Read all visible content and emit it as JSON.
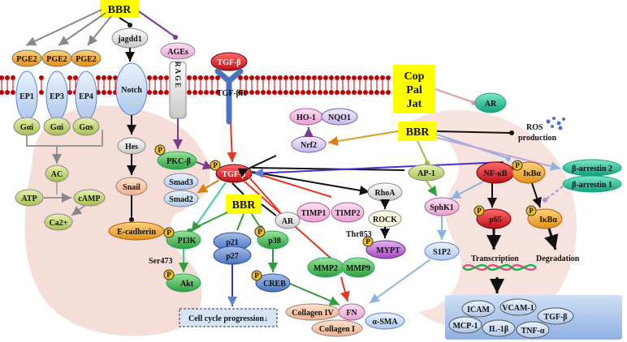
{
  "labels": {
    "bbr_top": "BBR",
    "bbr_right": "BBR",
    "bbr_center": "BBR",
    "cop_pal_jat_line1": "Cop",
    "cop_pal_jat_line2": "Pal",
    "cop_pal_jat_line3": "Jat",
    "pge2_1": "PGE2",
    "pge2_2": "PGE2",
    "pge2_3": "PGE2",
    "ep1": "EP1",
    "ep3": "EP3",
    "ep4": "EP4",
    "gai_1": "Gαi",
    "gai_2": "Gαi",
    "gas": "Gαs",
    "jagdd1": "jagdd1",
    "notch": "Notch",
    "hes": "Hes",
    "snail": "Snail",
    "ecadherin": "E-cadherin",
    "ages": "AGEs",
    "rage": "RAGE",
    "tgfb_ligand": "TGF-β",
    "tgfbr": "TGF-βR",
    "ac": "AC",
    "atp": "ATP",
    "camp": "cAMP",
    "ca2": "Ca2+",
    "pkcb": "PKC-β",
    "smad3": "Smad3",
    "smad2": "Smad2",
    "tgfb_center": "TGF-β",
    "ho1": "HO-1",
    "nqo1": "NQO1",
    "nrf2": "Nrf2",
    "ar_right": "AR",
    "ar_center": "AR",
    "ros_line1": "ROS",
    "ros_line2": "production",
    "ap1": "AP-1",
    "rhoa": "RhoA",
    "rock": "ROCK",
    "thr853": "Thr853",
    "mypt": "MYPT",
    "timp1": "TIMP1",
    "timp2": "TIMP2",
    "sphk1": "SphK1",
    "s1p2": "S1P2",
    "nfkb": "NF-κB",
    "ikba": "IκBα",
    "ikba2": "IκBα",
    "p65": "p65",
    "barr2": "β-arrestin 2",
    "barr1": "β-arrestin 1",
    "transcription": "Transcription",
    "degradation": "Degradation",
    "pi3k": "PI3K",
    "ser473": "Ser473",
    "akt": "Akt",
    "p21": "p21",
    "p27": "p27",
    "p38": "p38",
    "creb": "CREB",
    "mmp2": "MMP2",
    "mmp9": "MMP9",
    "collagen4": "Collagen IV",
    "fn": "FN",
    "collagen1": "Collagen I",
    "asma": "α-SMA",
    "cell_cycle": "Cell cycle progression↓",
    "icam": "ICAM",
    "vcam1": "VCAM-1",
    "tgfb_box": "TGF-β",
    "mcp1": "MCP-1",
    "il1b": "IL-1β",
    "tnfa": "TNF-α",
    "p_mark": "P"
  },
  "colors": {
    "yellow_box": "#ffff00",
    "membrane_red": "#c00000",
    "tgfb_red": "#e8141c",
    "kidney": "#f2d4cc",
    "nfkb_red": "#e8141c",
    "green_node": "#3cb371",
    "teal_node": "#20b28a",
    "blue_node": "#4f81bd",
    "purple_node": "#8e44ad",
    "orange_node": "#f39c12",
    "pink_node": "#ff66cc"
  }
}
